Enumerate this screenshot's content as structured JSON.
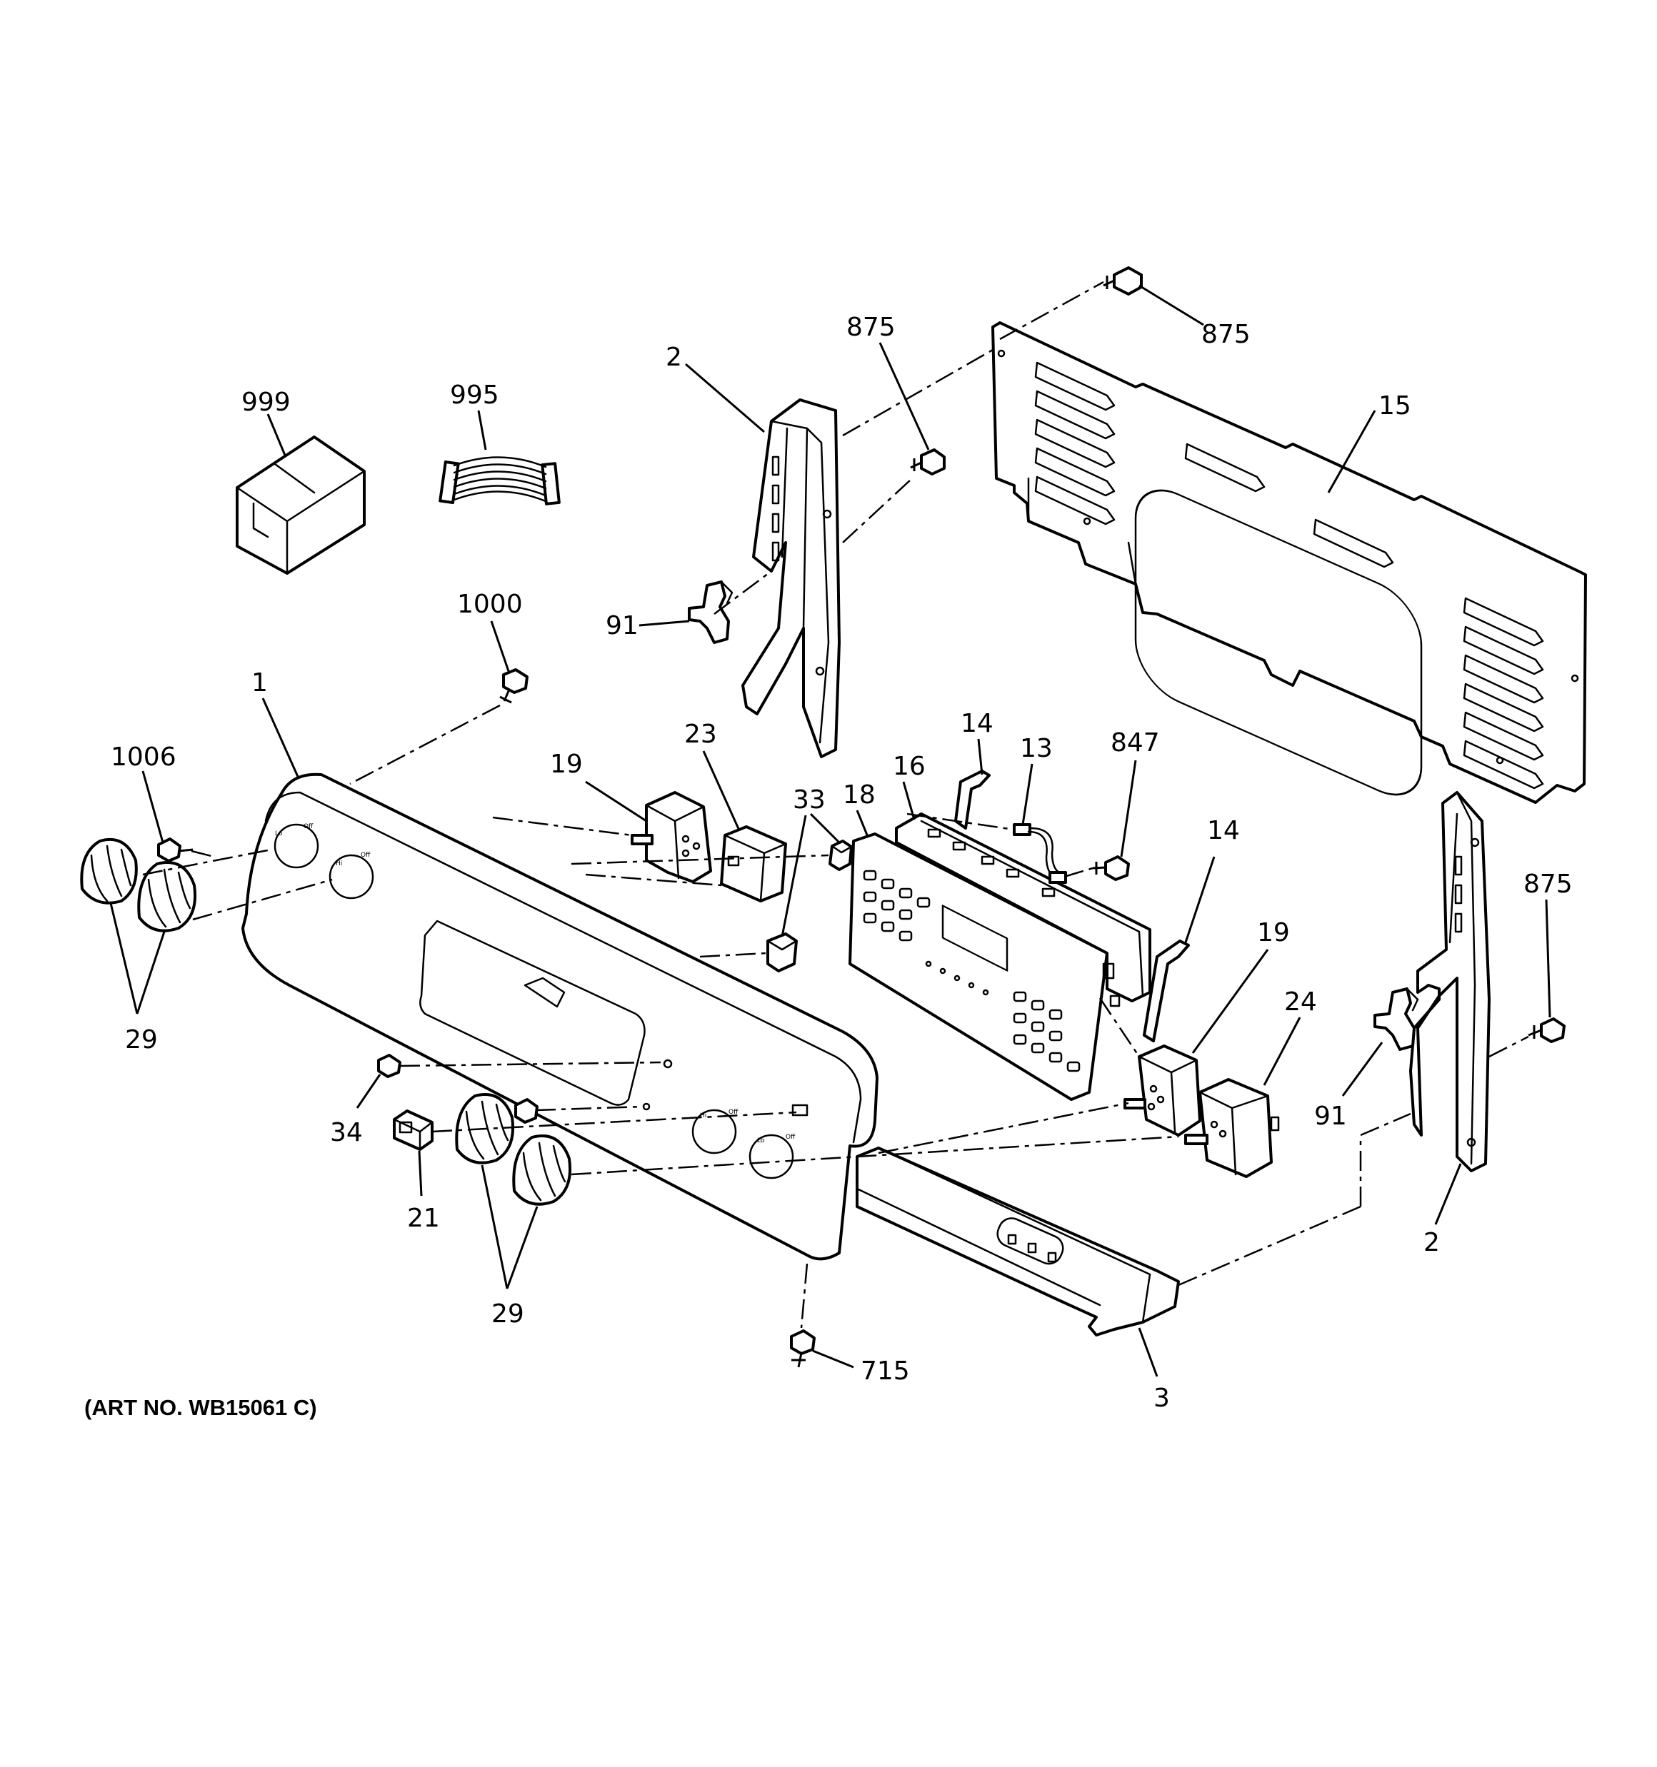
{
  "art_number": "(ART NO. WB15061 C)",
  "parts": [
    {
      "id": "999",
      "name": "box"
    },
    {
      "id": "995",
      "name": "wire-harness"
    },
    {
      "id": "2",
      "name": "left-end-cap"
    },
    {
      "id": "875",
      "name": "screw"
    },
    {
      "id": "15",
      "name": "rear-panel"
    },
    {
      "id": "91",
      "name": "clip"
    },
    {
      "id": "1000",
      "name": "screw"
    },
    {
      "id": "1",
      "name": "control-panel"
    },
    {
      "id": "1006",
      "name": "screw"
    },
    {
      "id": "29",
      "name": "knob"
    },
    {
      "id": "19",
      "name": "switch"
    },
    {
      "id": "23",
      "name": "switch"
    },
    {
      "id": "33",
      "name": "lamp-socket"
    },
    {
      "id": "18",
      "name": "keypad-overlay"
    },
    {
      "id": "16",
      "name": "electronic-control"
    },
    {
      "id": "14",
      "name": "bracket"
    },
    {
      "id": "13",
      "name": "harness"
    },
    {
      "id": "847",
      "name": "screw"
    },
    {
      "id": "24",
      "name": "switch"
    },
    {
      "id": "34",
      "name": "grommet"
    },
    {
      "id": "21",
      "name": "rocker-switch"
    },
    {
      "id": "715",
      "name": "screw"
    },
    {
      "id": "3",
      "name": "trim"
    }
  ],
  "callouts": [
    "999",
    "995",
    "2",
    "875",
    "875",
    "15",
    "91",
    "1000",
    "1",
    "1006",
    "29",
    "19",
    "23",
    "33",
    "18",
    "16",
    "14",
    "13",
    "847",
    "14",
    "875",
    "19",
    "24",
    "91",
    "2",
    "34",
    "21",
    "29",
    "715",
    "3"
  ]
}
